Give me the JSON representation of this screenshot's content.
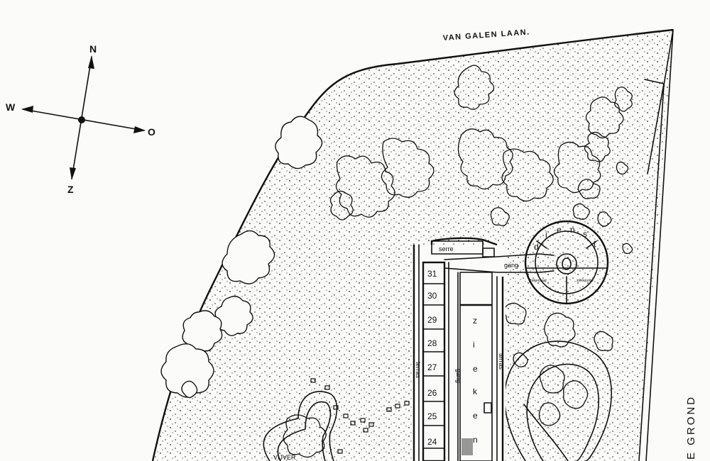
{
  "compass": {
    "north": "N",
    "west": "W",
    "east": "O",
    "south": "Z"
  },
  "street_label": "VAN GALEN LAAN.",
  "building": {
    "serre_label": "serre",
    "gang_label_top": "gang",
    "gang_label_vertical": "gang",
    "terras_label_left": "terras",
    "terras_label_right": "terras",
    "rooms": [
      "31",
      "30",
      "29",
      "28",
      "27",
      "26",
      "25",
      "24"
    ],
    "ziekenzaal_letters": [
      "z",
      "i",
      "e",
      "k",
      "e",
      "n"
    ]
  },
  "round_building": {
    "dienst_letters": [
      "d",
      "i",
      "e",
      "n",
      "s",
      "t"
    ],
    "label_left": "ziekenzaal",
    "label_right": "ziekenzaal"
  },
  "vijver_label": "VIJVER",
  "side_title": "E GROND"
}
